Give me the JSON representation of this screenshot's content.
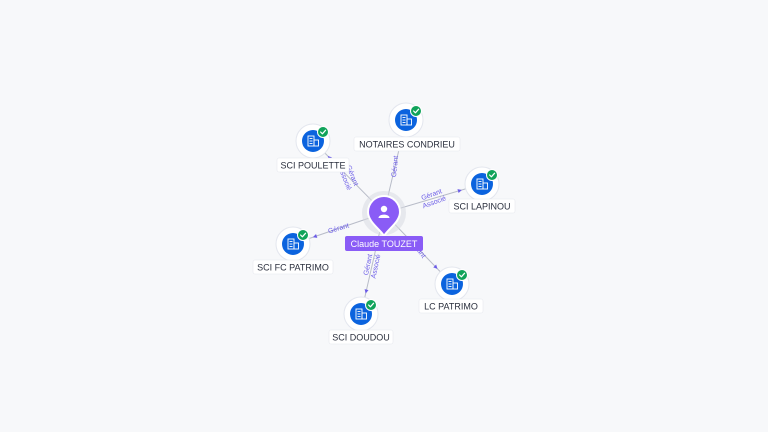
{
  "center": {
    "name": "Claude TOUZET",
    "icon": "person-icon"
  },
  "companies": [
    {
      "id": "notaires-condrieu",
      "name": "NOTAIRES CONDRIEU",
      "icon": "building-icon",
      "verified": true,
      "relation": "Gérant"
    },
    {
      "id": "sci-lapinou",
      "name": "SCI LAPINOU",
      "icon": "building-icon",
      "verified": true,
      "relation": "Gérant\nAssocié"
    },
    {
      "id": "lc-patrimo",
      "name": "LC PATRIMO",
      "icon": "building-icon",
      "verified": true,
      "relation": "Gérant"
    },
    {
      "id": "sci-doudou",
      "name": "SCI DOUDOU",
      "icon": "building-icon",
      "verified": true,
      "relation": "Gérant\nAssocié"
    },
    {
      "id": "sci-fc-patrimo",
      "name": "SCI FC PATRIMO",
      "icon": "building-icon",
      "verified": true,
      "relation": "Gérant"
    },
    {
      "id": "sci-poulette",
      "name": "SCI POULETTE",
      "icon": "building-icon",
      "verified": true,
      "relation": "Gérant\nAssocié"
    }
  ],
  "colors": {
    "background": "#f7f8fa",
    "center_node": "#8a5cf6",
    "company_node": "#0b63de",
    "verified_badge": "#10a35a",
    "relation_label": "#6b5ce7",
    "edge": "#b8bcc8"
  }
}
